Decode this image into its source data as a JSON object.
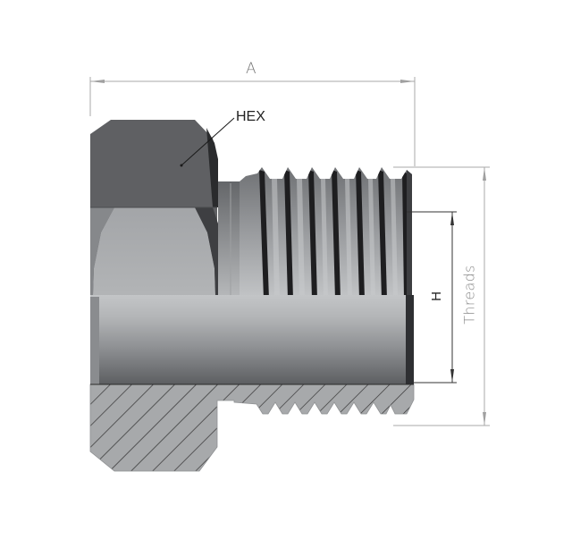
{
  "diagram": {
    "subject": "Hex plug fitting — part side view with half section",
    "labels": {
      "overall_length": "A",
      "hex": "HEX",
      "bore": "H",
      "threads": "Threads"
    },
    "colors": {
      "background": "#ffffff",
      "hex_dark": "#5f6063",
      "hex_light": "#a9abad",
      "body_metal": "#b5b7b9",
      "section_fill": "#a6a8aa",
      "hatch_line": "#2a2a2a",
      "dimension_line_grey": "#9a9a9a",
      "dimension_line_dark": "#333333",
      "thread_groove": "#1e1e20"
    }
  }
}
